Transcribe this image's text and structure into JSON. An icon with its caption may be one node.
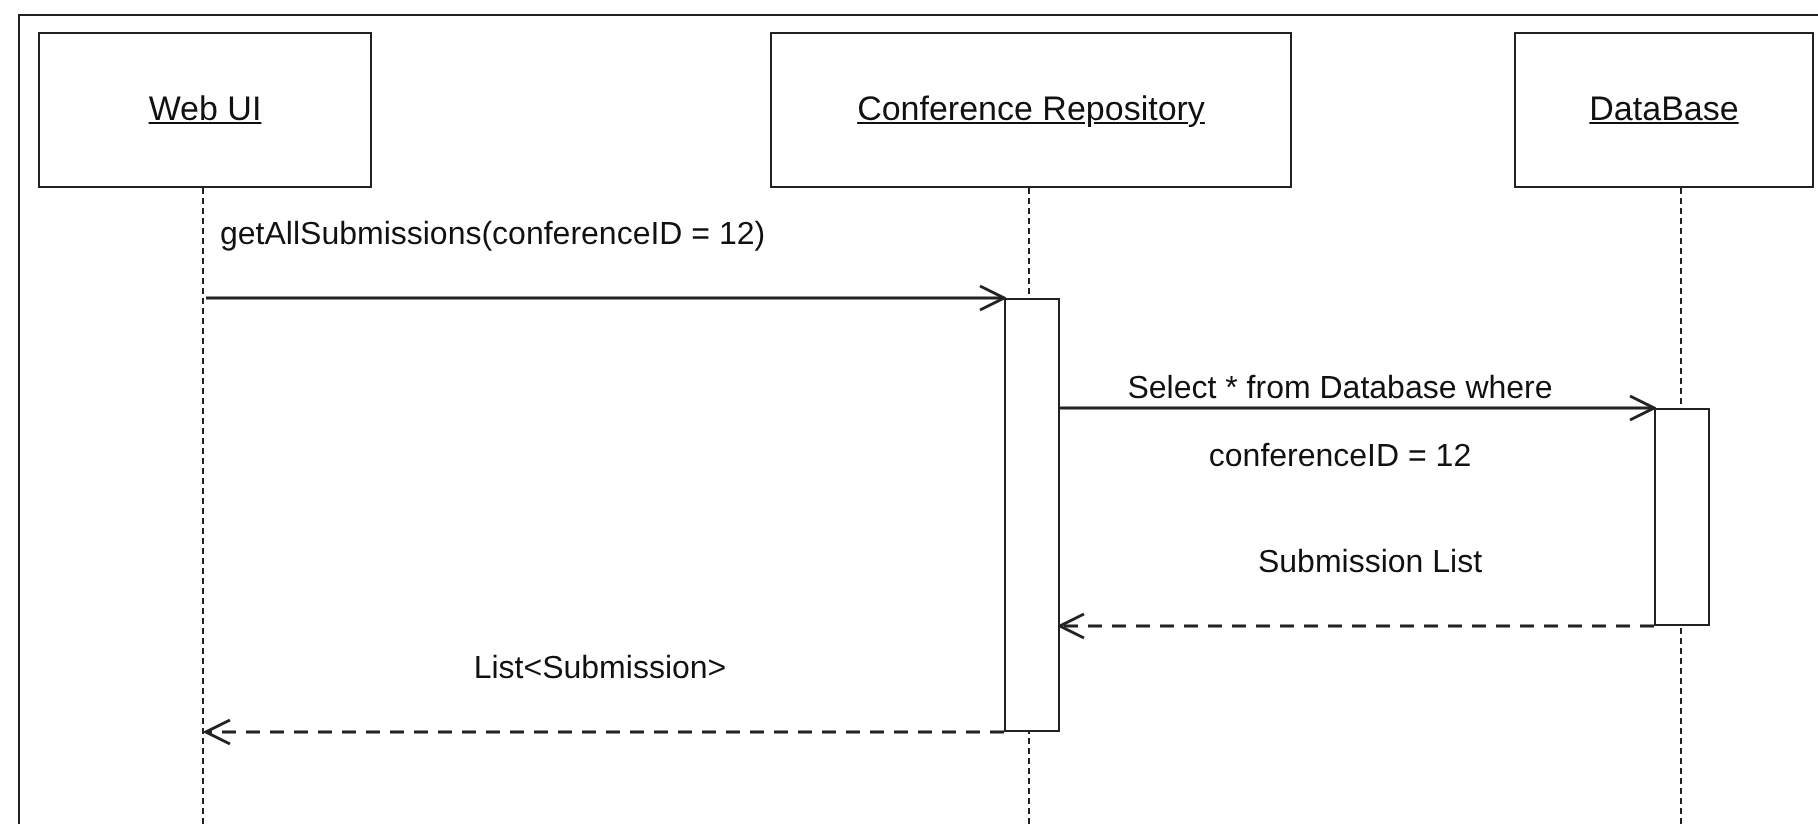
{
  "diagram": {
    "nodes": [
      {
        "text": [
          "Web UI"
        ]
      },
      {
        "text": [
          "Conference Repository"
        ]
      },
      {
        "text": [
          "DataBase"
        ]
      },
      {
        "text": [],
        "shape": "line"
      },
      {
        "text": [],
        "shape": "line"
      },
      {
        "text": [],
        "shape": "line"
      },
      {
        "text": [],
        "shape": "bar"
      },
      {
        "text": [],
        "shape": "bar"
      }
    ],
    "edges": [
      {
        "from": 3,
        "to": 6,
        "arrow": "to",
        "label": "getAllSubmissions(conferenceID = 12)"
      },
      {
        "from": 6,
        "to": 7,
        "arrow": "to",
        "label": "Select * from Database where conferenceID = 12"
      },
      {
        "from": 7,
        "to": 6,
        "arrow": "to",
        "style": "dashed",
        "label": "Submission List"
      },
      {
        "from": 6,
        "to": 3,
        "arrow": "to",
        "style": "dashed",
        "label": "List<Submission>"
      }
    ]
  }
}
